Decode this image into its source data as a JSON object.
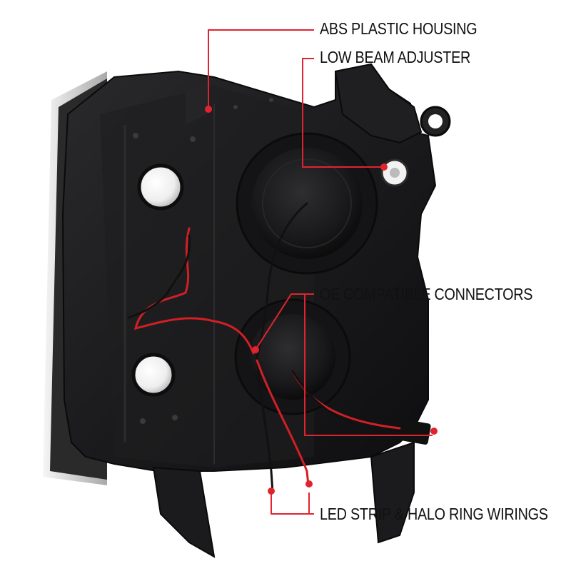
{
  "callouts": {
    "abs_housing": "ABS PLASTIC HOUSING",
    "low_beam_adjuster": "LOW BEAM ADJUSTER",
    "oe_connectors": "OE COMPATIBLE CONNECTORS",
    "led_halo_wirings": "LED STRIP & HALO RING WIRINGS"
  },
  "colors": {
    "callout_line": "#e0242f",
    "callout_dot": "#e0242f",
    "label_text": "#111111",
    "housing": "#1c1c1e",
    "wire_red": "#d21f26",
    "wire_black": "#101010"
  }
}
